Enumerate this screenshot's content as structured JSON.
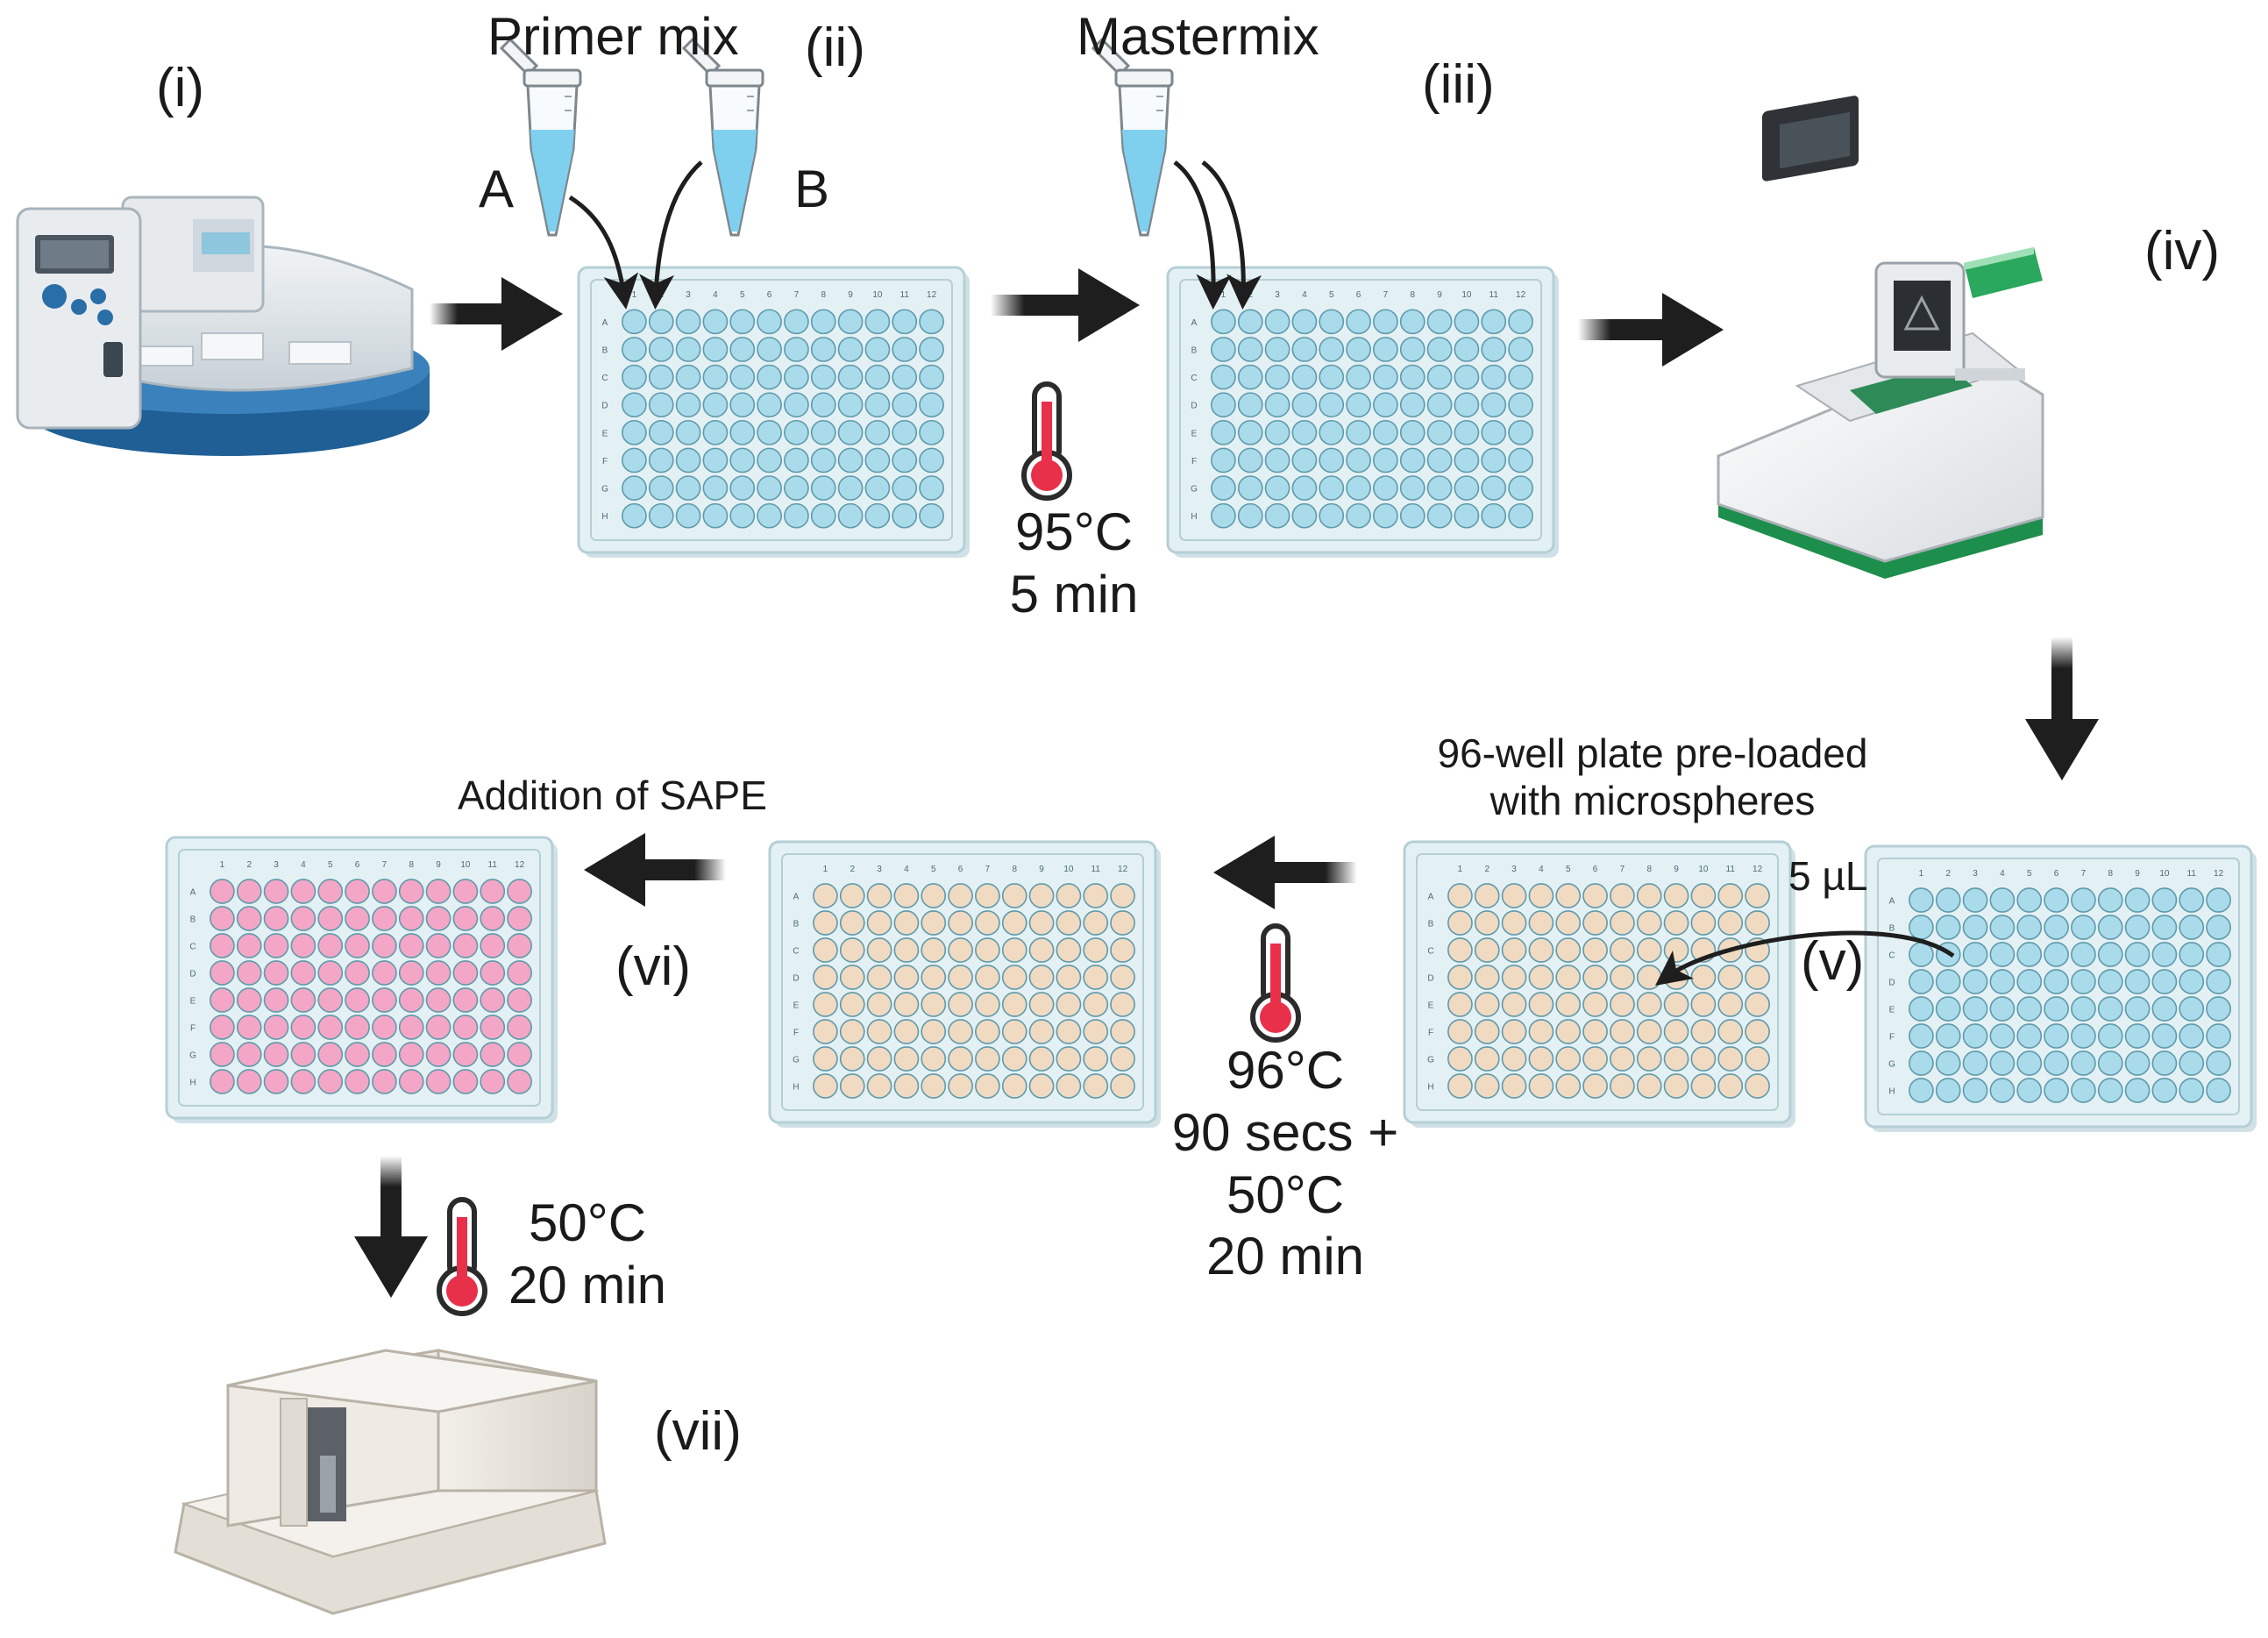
{
  "steps": {
    "i": "(i)",
    "ii": "(ii)",
    "iii": "(iii)",
    "iv": "(iv)",
    "v": "(v)",
    "vi": "(vi)",
    "vii": "(vii)"
  },
  "labels": {
    "primer_mix": "Primer mix",
    "tube_a": "A",
    "tube_b": "B",
    "mastermix": "Mastermix",
    "preloaded_line1": "96-well plate pre-loaded",
    "preloaded_line2": "with microspheres",
    "volume": "5 µL",
    "sape": "Addition of SAPE"
  },
  "conditions": {
    "denature": {
      "temp": "95°C",
      "time": "5 min"
    },
    "hybrid": {
      "temp1": "96°C",
      "time1": "90 secs +",
      "temp2": "50°C",
      "time2": "20 min"
    },
    "sape_incubation": {
      "temp": "50°C",
      "time": "20 min"
    }
  },
  "plate": {
    "row_labels": [
      "A",
      "B",
      "C",
      "D",
      "E",
      "F",
      "G",
      "H"
    ],
    "col_labels": [
      "1",
      "2",
      "3",
      "4",
      "5",
      "6",
      "7",
      "8",
      "9",
      "10",
      "11",
      "12"
    ]
  },
  "colors": {
    "plate_body": "#e4f1f4",
    "plate_border": "#b5cfd6",
    "well_blue": "#a9dbea",
    "well_beige": "#f0dac2",
    "well_pink": "#f4a6c6",
    "arrow": "#1e1e1e",
    "thermo_red": "#e8304a",
    "instrument_blue": "#2a6ea8",
    "cycler_green": "#22a35a"
  }
}
